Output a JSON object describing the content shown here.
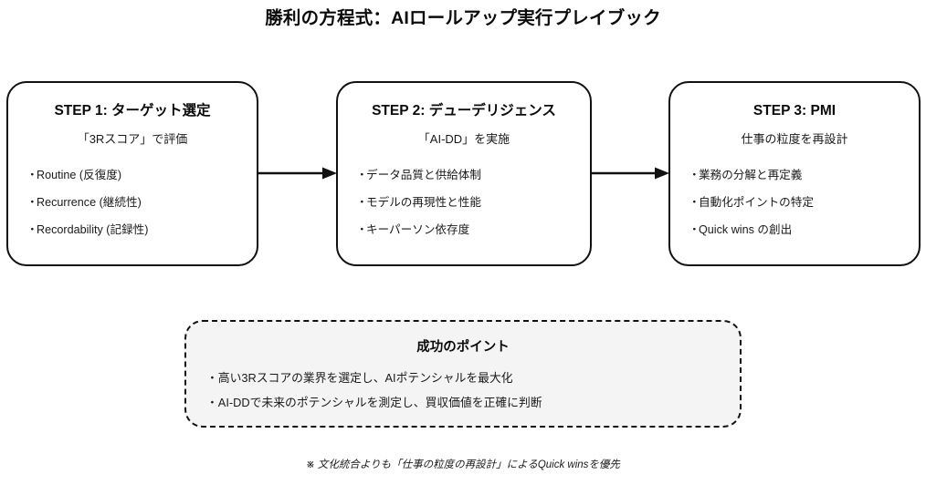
{
  "title": "勝利の方程式：AIロールアップ実行プレイブック",
  "colors": {
    "background": "#ffffff",
    "stroke": "#111111",
    "text": "#1a1a1a",
    "callout_fill": "#f4f4f4"
  },
  "steps": [
    {
      "heading": "STEP 1: ターゲット選定",
      "subtitle": "「3Rスコア」で評価",
      "bullet": "・",
      "items": [
        "Routine (反復度)",
        "Recurrence (継続性)",
        "Recordability (記録性)"
      ]
    },
    {
      "heading": "STEP 2: デューデリジェンス",
      "subtitle": "「AI-DD」を実施",
      "bullet": "・",
      "items": [
        "データ品質と供給体制",
        "モデルの再現性と性能",
        "キーパーソン依存度"
      ]
    },
    {
      "heading": "STEP 3: PMI",
      "subtitle": "仕事の粒度を再設計",
      "bullet": "・",
      "items": [
        "業務の分解と再定義",
        "自動化ポイントの特定",
        "Quick wins の創出"
      ]
    }
  ],
  "arrows": [
    {
      "name": "step1-to-step2",
      "direction": "right"
    },
    {
      "name": "step2-to-step3",
      "direction": "right"
    }
  ],
  "callout": {
    "heading": "成功のポイント",
    "items": [
      "・高い3Rスコアの業界を選定し、AIポテンシャルを最大化",
      "・AI-DDで未来のポテンシャルを測定し、買収価値を正確に判断"
    ]
  },
  "footnote": "※ 文化統合よりも「仕事の粒度の再設計」によるQuick winsを優先"
}
